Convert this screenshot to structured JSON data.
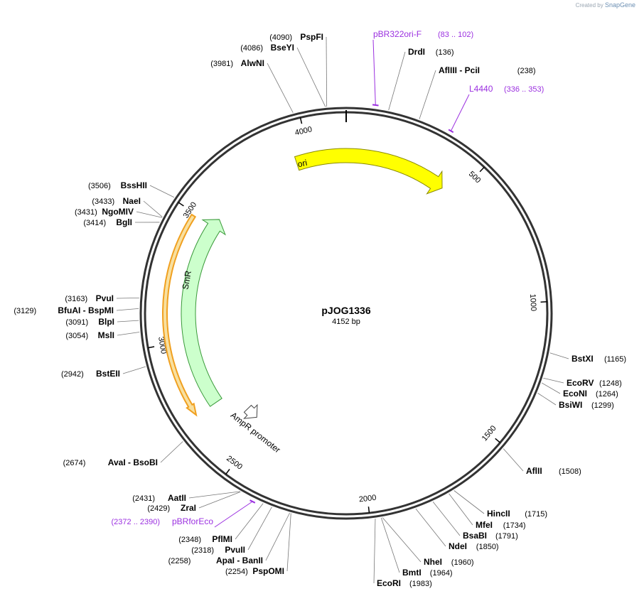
{
  "credit": {
    "prefix": "Created by",
    "brand": "SnapGene"
  },
  "plasmid": {
    "name": "pJOG1336",
    "length_label": "4152 bp",
    "length": 4152
  },
  "ticks": [
    {
      "pos": 500,
      "label": "500"
    },
    {
      "pos": 1000,
      "label": "1000"
    },
    {
      "pos": 1500,
      "label": "1500"
    },
    {
      "pos": 2000,
      "label": "2000"
    },
    {
      "pos": 2500,
      "label": "2500"
    },
    {
      "pos": 3000,
      "label": "3000"
    },
    {
      "pos": 3500,
      "label": "3500"
    },
    {
      "pos": 4000,
      "label": "4000"
    }
  ],
  "sites_right": [
    {
      "name": "DrdI",
      "pos_label": "(136)",
      "pos": 136
    },
    {
      "name": "AflIII  - PciI",
      "pos_label": "(238)",
      "pos": 238
    },
    {
      "name": "BstXI",
      "pos_label": "(1165)",
      "pos": 1165
    },
    {
      "name": "EcoRV",
      "pos_label": "(1248)",
      "pos": 1248
    },
    {
      "name": "EcoNI",
      "pos_label": "(1264)",
      "pos": 1264
    },
    {
      "name": "BsiWI",
      "pos_label": "(1299)",
      "pos": 1299
    },
    {
      "name": "AflII",
      "pos_label": "(1508)",
      "pos": 1508
    },
    {
      "name": "HincII",
      "pos_label": "(1715)",
      "pos": 1715
    },
    {
      "name": "MfeI",
      "pos_label": "(1734)",
      "pos": 1734
    },
    {
      "name": "BsaBI",
      "pos_label": "(1791)",
      "pos": 1791
    },
    {
      "name": "NdeI",
      "pos_label": "(1850)",
      "pos": 1850
    },
    {
      "name": "NheI",
      "pos_label": "(1960)",
      "pos": 1960
    },
    {
      "name": "BmtI",
      "pos_label": "(1964)",
      "pos": 1964
    },
    {
      "name": "EcoRI",
      "pos_label": "(1983)",
      "pos": 1983
    }
  ],
  "sites_left": [
    {
      "name": "PspFI",
      "pos_label": "(4090)",
      "pos": 4090
    },
    {
      "name": "BseYI",
      "pos_label": "(4086)",
      "pos": 4086
    },
    {
      "name": "AlwNI",
      "pos_label": "(3981)",
      "pos": 3981
    },
    {
      "name": "BssHII",
      "pos_label": "(3506)",
      "pos": 3506
    },
    {
      "name": "NaeI",
      "pos_label": "(3433)",
      "pos": 3433
    },
    {
      "name": "NgoMIV",
      "pos_label": "(3431)",
      "pos": 3431
    },
    {
      "name": "BglI",
      "pos_label": "(3414)",
      "pos": 3414
    },
    {
      "name": "PvuI",
      "pos_label": "(3163)",
      "pos": 3163
    },
    {
      "name": "BfuAI  - BspMI",
      "pos_label": "(3129)",
      "pos": 3129
    },
    {
      "name": "BlpI",
      "pos_label": "(3091)",
      "pos": 3091
    },
    {
      "name": "MslI",
      "pos_label": "(3054)",
      "pos": 3054
    },
    {
      "name": "BstEII",
      "pos_label": "(2942)",
      "pos": 2942
    },
    {
      "name": "AvaI  - BsoBI",
      "pos_label": "(2674)",
      "pos": 2674
    },
    {
      "name": "AatII",
      "pos_label": "(2431)",
      "pos": 2431
    },
    {
      "name": "ZraI",
      "pos_label": "(2429)",
      "pos": 2429
    },
    {
      "name": "PflMI",
      "pos_label": "(2348)",
      "pos": 2348
    },
    {
      "name": "PvuII",
      "pos_label": "(2318)",
      "pos": 2318
    },
    {
      "name": "ApaI  - BanII",
      "pos_label": "(2258)",
      "pos": 2258
    },
    {
      "name": "PspOMI",
      "pos_label": "(2254)",
      "pos": 2254
    }
  ],
  "primers": [
    {
      "name": "pBR322ori-F",
      "range_label": "(83 .. 102)",
      "start": 83,
      "end": 102
    },
    {
      "name": "L4440",
      "range_label": "(336 .. 353)",
      "start": 336,
      "end": 353
    },
    {
      "name": "pBRforEco",
      "range_label": "(2372 .. 2390)",
      "start": 2372,
      "end": 2390
    }
  ],
  "features": [
    {
      "name": "ori",
      "start": 3942,
      "end": 432,
      "color": "#ffff00"
    },
    {
      "name": "SmR",
      "start": 2717,
      "end": 3475,
      "color": "#ccffcc"
    },
    {
      "name": "AmpR promoter",
      "start": 2505,
      "end": 2610,
      "color": "#ffffff"
    }
  ],
  "colors": {
    "primer": "#9b30e0",
    "gene_outline": "#f0a020",
    "backbone": "#333333"
  }
}
